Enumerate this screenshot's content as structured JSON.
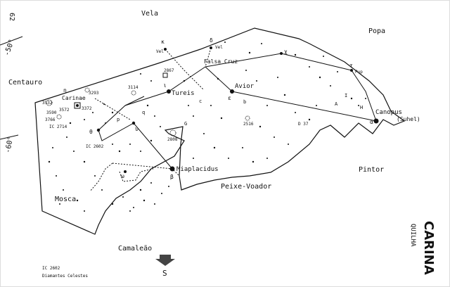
{
  "page": {
    "number": "62"
  },
  "title": "CARINA",
  "subtitle": "QUILHA",
  "neighbors": {
    "vela": "Vela",
    "popa": "Popa",
    "centauro": "Centauro",
    "pintor": "Pintor",
    "mosca": "Mosca",
    "camaleao": "Camaleão",
    "peixe_voador": "Peixe-Voador"
  },
  "declination": {
    "d50": "-50°",
    "d60": "-60°"
  },
  "stars": {
    "canopus": "Canopus",
    "suhel": "(Suhel)",
    "avior": "Avior",
    "tureis": "Tureis",
    "miaplacidus": "Miaplacidus",
    "falsa_cruz": "Falsa Cruz"
  },
  "greek": {
    "alpha": "α",
    "beta": "β",
    "epsilon": "ε",
    "iota": "ι",
    "upsilon": "υ",
    "theta": "θ",
    "omega": "ω",
    "eta": "η",
    "chi": "χ",
    "delta": "δ",
    "kappa": "κ",
    "tau": "τ",
    "c": "c",
    "i": "I",
    "h": "H",
    "a": "A",
    "g": "G",
    "q": "q",
    "p": "p",
    "b": "b"
  },
  "tags": {
    "vel_k": "Vel",
    "vel_d": "Vel",
    "pup": "Pup"
  },
  "objects": {
    "ngc2516": "2516",
    "ngc2808": "2808",
    "ngc3114": "3114",
    "ngc2867": "2867",
    "ic2602": "IC 2602",
    "ic2714": "IC 2714",
    "ngc3532": "3532",
    "ngc3372": "3372",
    "ngc3293": "3293",
    "ngc3766": "3766",
    "ngc3590": "3590",
    "ngc3572": "3572",
    "d37": "D 37",
    "carinae": "Carinae"
  },
  "legend": {
    "ic": "IC 2602",
    "diamantes": "Diamantes Celestes"
  },
  "compass": {
    "south": "S"
  }
}
